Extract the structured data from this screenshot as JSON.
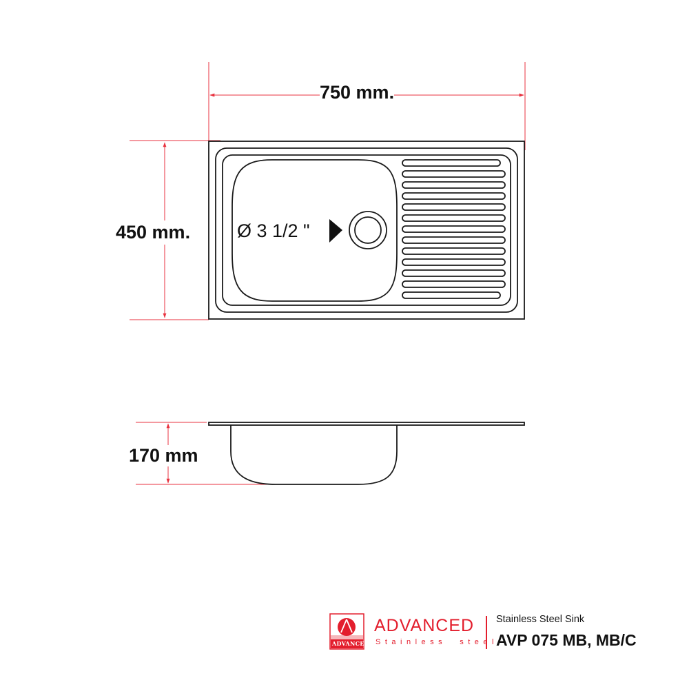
{
  "colors": {
    "dimension_line": "#e8323f",
    "drawing_line": "#1a1a1a",
    "brand_red": "#e31e2d",
    "brand_pink": "#f6b7bb"
  },
  "top_view": {
    "width_label": "750 mm.",
    "height_label": "450 mm.",
    "drain_label": "Ø 3 1/2 \"",
    "drain_pointer_icon": "triangle-right-icon",
    "drainboard_groove_count": 13
  },
  "side_view": {
    "depth_label": "170 mm"
  },
  "footer": {
    "logo_icon": "advanced-logo-icon",
    "logo_badge_text": "ADVANCED",
    "brand_name": "ADVANCED",
    "brand_tagline": "Stainless  steel",
    "product_type": "Stainless Steel Sink",
    "product_model": "AVP 075 MB, MB/C"
  }
}
